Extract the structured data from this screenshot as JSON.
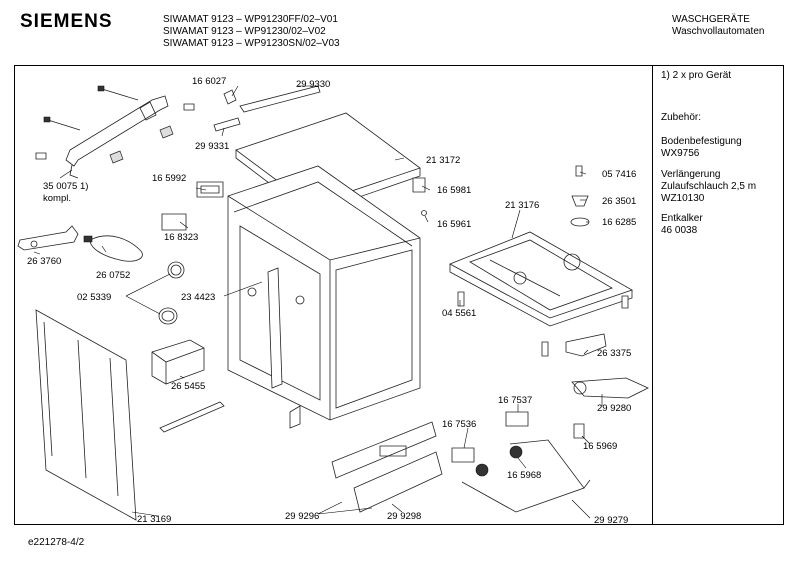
{
  "header": {
    "brand": "SIEMENS",
    "models": [
      "SIWAMAT 9123 – WP91230FF/02–V01",
      "SIWAMAT 9123 – WP91230/02–V02",
      "SIWAMAT 9123 – WP91230SN/02–V03"
    ],
    "category": [
      "WASCHGERÄTE",
      "Waschvollautomaten"
    ]
  },
  "notes": {
    "footnote": "1)  2 x pro Gerät",
    "accessories_title": "Zubehör:",
    "items": [
      [
        "Bodenbefestigung",
        "WX9756"
      ],
      [
        "Verlängerung",
        "Zulaufschlauch 2,5 m",
        "WZ10130"
      ],
      [
        "Entkalker",
        "46 0038"
      ]
    ]
  },
  "part_labels": [
    "16 6027",
    "29 9330",
    "29 9331",
    "35 0075 1)",
    "kompl.",
    "16 5992",
    "21 3172",
    "16 5981",
    "16 5961",
    "16 8323",
    "05 7416",
    "26 3501",
    "21 3176",
    "16 6285",
    "26 3760",
    "26 0752",
    "02 5339",
    "23 4423",
    "04 5561",
    "26 3375",
    "26 5455",
    "16 7537",
    "29 9280",
    "16 7536",
    "16 5969",
    "16 5968",
    "29 9296",
    "29 9298",
    "29 9279",
    "21 3169"
  ],
  "footer": {
    "doc_id": "e221278-4/2"
  }
}
